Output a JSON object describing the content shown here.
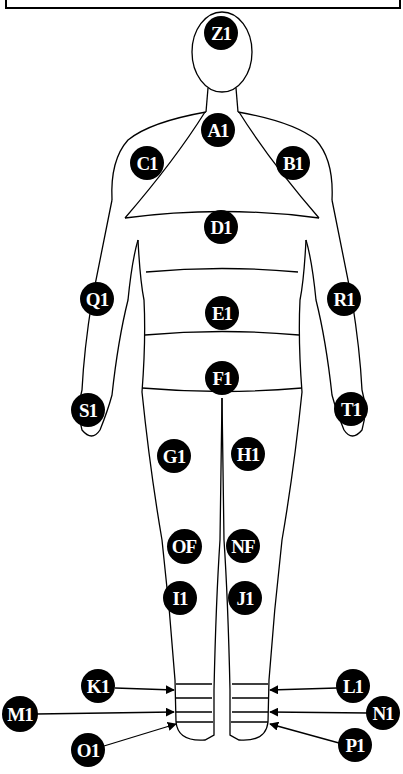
{
  "diagram": {
    "nodes": [
      {
        "text": [
          "Z1"
        ]
      },
      {
        "text": [
          "A1"
        ]
      },
      {
        "text": [
          "C1"
        ]
      },
      {
        "text": [
          "B1"
        ]
      },
      {
        "text": [
          "D1"
        ]
      },
      {
        "text": [
          "Q1"
        ]
      },
      {
        "text": [
          "E1"
        ]
      },
      {
        "text": [
          "R1"
        ]
      },
      {
        "text": [
          "F1"
        ]
      },
      {
        "text": [
          "S1"
        ]
      },
      {
        "text": [
          "T1"
        ]
      },
      {
        "text": [
          "G1"
        ]
      },
      {
        "text": [
          "H1"
        ]
      },
      {
        "text": [
          "OF"
        ]
      },
      {
        "text": [
          "NF"
        ]
      },
      {
        "text": [
          "I1"
        ]
      },
      {
        "text": [
          "J1"
        ]
      },
      {
        "text": [
          "K1"
        ]
      },
      {
        "text": [
          "L1"
        ]
      },
      {
        "text": [
          "M1"
        ]
      },
      {
        "text": [
          "N1"
        ]
      },
      {
        "text": [
          "O1"
        ]
      },
      {
        "text": [
          "P1"
        ]
      }
    ]
  }
}
